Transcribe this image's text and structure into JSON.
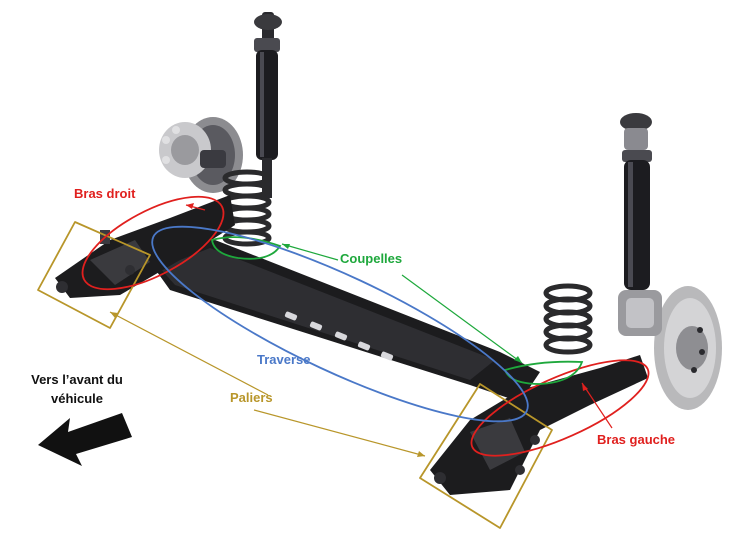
{
  "labels": {
    "bras_droit": "Bras droit",
    "coupelles": "Coupelles",
    "traverse": "Traverse",
    "paliers": "Paliers",
    "bras_gauche": "Bras gauche",
    "direction_line1": "Vers l’avant du",
    "direction_line2": "véhicule"
  },
  "colors": {
    "bras": "#e0201e",
    "coupelles": "#1ea83c",
    "traverse": "#4a78c8",
    "paliers": "#b8962a",
    "metal_dark": "#1c1c1e",
    "metal_mid": "#3a3a3e",
    "spring": "#2a2a2c",
    "disc": "#b9b9bb",
    "arrow": "#111111",
    "text": "#111111"
  },
  "icons": {
    "direction": "arrow-left-icon"
  }
}
